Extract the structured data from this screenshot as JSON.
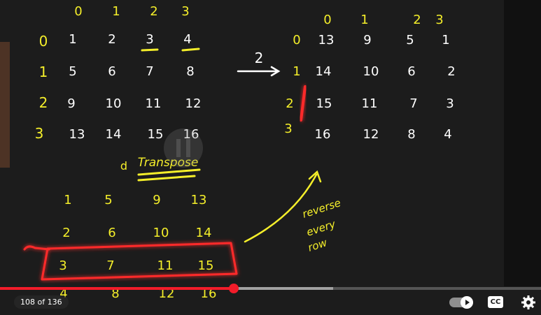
{
  "board": {
    "col_headers_left": [
      "0",
      "1",
      "2",
      "3"
    ],
    "row_headers_left": [
      "0",
      "1",
      "2",
      "3"
    ],
    "matrix": [
      [
        "1",
        "2",
        "3",
        "4"
      ],
      [
        "5",
        "6",
        "7",
        "8"
      ],
      [
        "9",
        "10",
        "11",
        "12"
      ],
      [
        "13",
        "14",
        "15",
        "16"
      ]
    ],
    "col_headers_right": [
      "0",
      "1",
      "2",
      "3"
    ],
    "row_headers_right": [
      "0",
      "1",
      "2",
      "3"
    ],
    "rotated": [
      [
        "13",
        "9",
        "5",
        "1"
      ],
      [
        "14",
        "10",
        "6",
        "2"
      ],
      [
        "15",
        "11",
        "7",
        "3"
      ],
      [
        "16",
        "12",
        "8",
        "4"
      ]
    ],
    "arrow_label": "2",
    "transpose_label": "Transpose",
    "transposed": [
      [
        "1",
        "5",
        "9",
        "13"
      ],
      [
        "2",
        "6",
        "10",
        "14"
      ],
      [
        "3",
        "7",
        "11",
        "15"
      ],
      [
        "4",
        "8",
        "12",
        "16"
      ]
    ],
    "note_lines": [
      "reverse",
      "every",
      "row"
    ],
    "colors": {
      "board": "#1c1c1c",
      "chalk": "#ffffff",
      "highlight": "#f4ee2a",
      "marker": "#ff2a2a"
    }
  },
  "player": {
    "chapter_counter": "108 of 136",
    "progress_fraction": 0.432,
    "buffered_fraction": 0.616,
    "cc_label": "CC",
    "icons": [
      "play-icon",
      "cc-icon",
      "settings-gear-icon"
    ],
    "colors": {
      "progress": "#f21c2a"
    }
  }
}
